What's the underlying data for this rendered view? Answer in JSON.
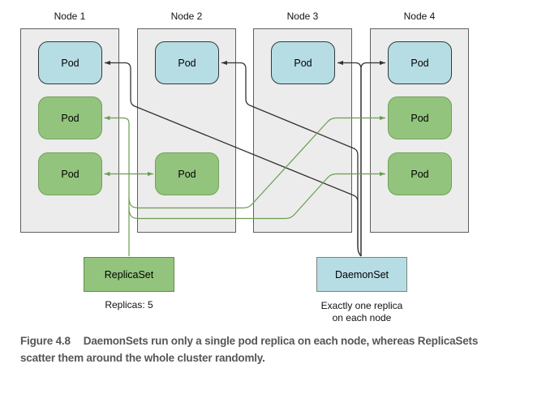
{
  "figure": {
    "label": "Figure 4.8",
    "caption_line1": "DaemonSets run only a single pod replica on each node, whereas ReplicaSets",
    "caption_line2": "scatter them around the whole cluster randomly."
  },
  "nodes": [
    {
      "label": "Node 1",
      "pods": [
        {
          "label": "Pod",
          "kind": "daemonset-pod"
        },
        {
          "label": "Pod",
          "kind": "replicaset-pod"
        },
        {
          "label": "Pod",
          "kind": "replicaset-pod"
        }
      ]
    },
    {
      "label": "Node 2",
      "pods": [
        {
          "label": "Pod",
          "kind": "daemonset-pod"
        },
        {
          "label": "Pod",
          "kind": "replicaset-pod"
        }
      ]
    },
    {
      "label": "Node 3",
      "pods": [
        {
          "label": "Pod",
          "kind": "daemonset-pod"
        }
      ]
    },
    {
      "label": "Node 4",
      "pods": [
        {
          "label": "Pod",
          "kind": "daemonset-pod"
        },
        {
          "label": "Pod",
          "kind": "replicaset-pod"
        },
        {
          "label": "Pod",
          "kind": "replicaset-pod"
        }
      ]
    }
  ],
  "replicaset": {
    "label": "ReplicaSet",
    "annotation": "Replicas: 5"
  },
  "daemonset": {
    "label": "DaemonSet",
    "annotation_line1": "Exactly one replica",
    "annotation_line2": "on each node"
  },
  "colors": {
    "node_fill": "#ececec",
    "daemon_pod_fill": "#b7dde4",
    "replica_pod_fill": "#93c47d",
    "daemon_line": "#333333",
    "replica_line": "#6b9d52"
  }
}
